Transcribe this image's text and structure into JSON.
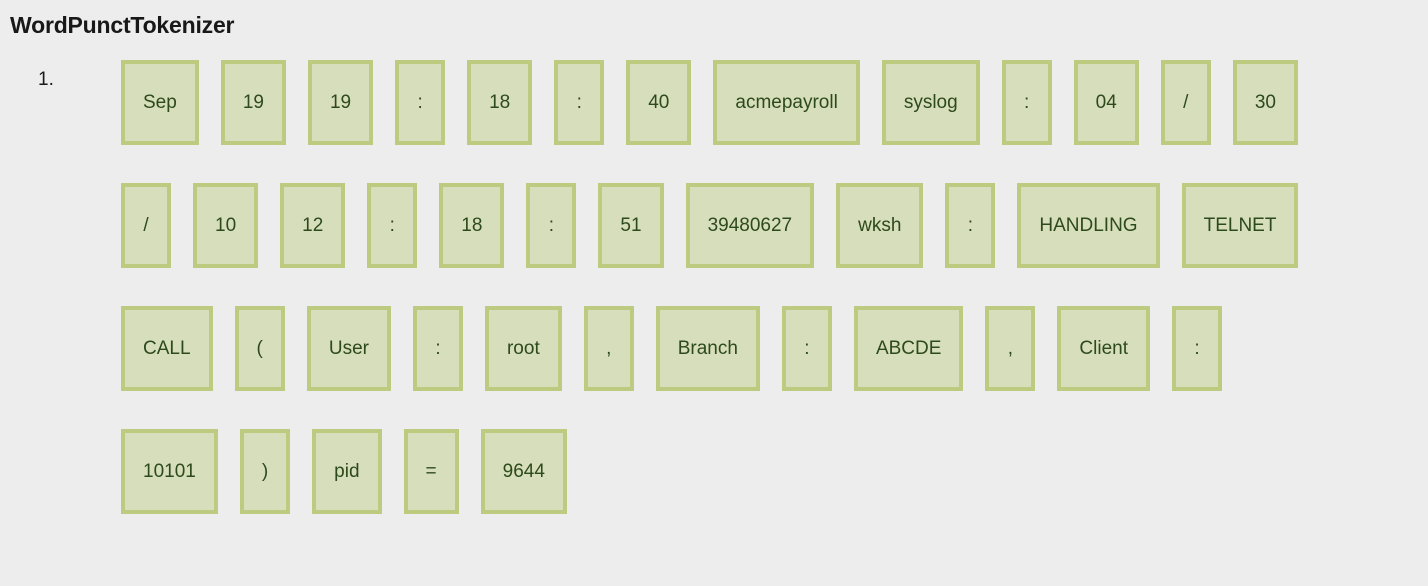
{
  "page": {
    "title": "WordPunctTokenizer",
    "background_color": "#ededed",
    "title_color": "#181818"
  },
  "style": {
    "token_fill": "#d7debb",
    "token_border": "#bccb7f",
    "token_text": "#2d4a1c"
  },
  "list": {
    "items": [
      {
        "marker": "1.",
        "rows": [
          {
            "tokens": [
              "Sep",
              "19",
              "19",
              ":",
              "18",
              ":",
              "40",
              "acmepayroll",
              "syslog",
              ":",
              "04",
              "/",
              "30"
            ]
          },
          {
            "tokens": [
              "/",
              "10",
              "12",
              ":",
              "18",
              ":",
              "51",
              "39480627",
              "wksh",
              ":",
              "HANDLING",
              "TELNET"
            ]
          },
          {
            "tokens": [
              "CALL",
              "(",
              "User",
              ":",
              "root",
              ",",
              "Branch",
              ":",
              "ABCDE",
              ",",
              "Client",
              ":"
            ]
          },
          {
            "tokens": [
              "10101",
              ")",
              "pid",
              "=",
              "9644"
            ]
          }
        ]
      }
    ]
  }
}
